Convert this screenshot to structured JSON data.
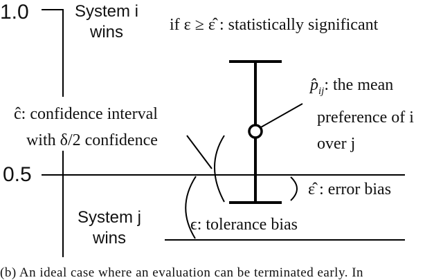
{
  "axis": {
    "top_value": "1.0",
    "mid_value": "0.5"
  },
  "labels": {
    "system_i": {
      "line1": "System i",
      "line2": "wins"
    },
    "system_j": {
      "line1": "System j",
      "line2": "wins"
    },
    "significance": "if ε ≥ ε̂ : statistically significant",
    "p_hat": {
      "symbol": "p̂",
      "sub": "ij",
      "rest": ": the mean",
      "line2": "preference of i",
      "line3": "over j"
    },
    "c_hat": {
      "line1": "ĉ: confidence interval",
      "line2": "with δ/2 confidence"
    },
    "epsilon_hat": "ε̂ : error bias",
    "epsilon": "ϵ: tolerance bias"
  },
  "caption": "(b) An ideal case where an evaluation can be terminated early. In"
}
